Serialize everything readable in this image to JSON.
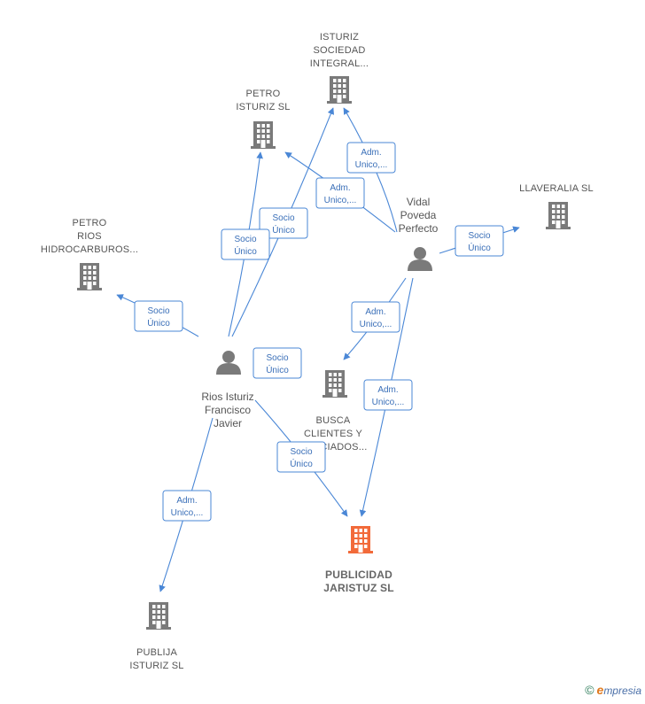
{
  "colors": {
    "company": "#7a7a7a",
    "company_main": "#f26a3a",
    "person": "#7a7a7a",
    "edge": "#4a87d6",
    "edge_text": "#3a6fb8"
  },
  "companies": [
    {
      "id": "isturiz-integral",
      "lines": [
        "ISTURIZ",
        "SOCIEDAD",
        "INTEGRAL..."
      ],
      "main": false
    },
    {
      "id": "petro-isturiz",
      "lines": [
        "PETRO",
        "ISTURIZ  SL"
      ],
      "main": false
    },
    {
      "id": "petro-rios",
      "lines": [
        "PETRO",
        "RIOS",
        "HIDROCARBUROS..."
      ],
      "main": false
    },
    {
      "id": "llaveralia",
      "lines": [
        "LLAVERALIA SL"
      ],
      "main": false
    },
    {
      "id": "busca-clientes",
      "lines": [
        "BUSCA",
        "CLIENTES Y",
        "ASOCIADOS..."
      ],
      "main": false
    },
    {
      "id": "publicidad-jaristuz",
      "lines": [
        "PUBLICIDAD",
        "JARISTUZ  SL"
      ],
      "main": true
    },
    {
      "id": "publija-isturiz",
      "lines": [
        "PUBLIJA",
        "ISTURIZ  SL"
      ],
      "main": false
    }
  ],
  "persons": [
    {
      "id": "vidal",
      "lines": [
        "Vidal",
        "Poveda",
        "Perfecto"
      ]
    },
    {
      "id": "rios",
      "lines": [
        "Rios Isturiz",
        "Francisco",
        "Javier"
      ]
    }
  ],
  "edges": [
    {
      "from": "vidal",
      "to": "isturiz-integral",
      "label": [
        "Adm.",
        "Unico,..."
      ]
    },
    {
      "from": "vidal",
      "to": "petro-isturiz",
      "label": [
        "Adm.",
        "Unico,..."
      ]
    },
    {
      "from": "vidal",
      "to": "llaveralia",
      "label": [
        "Socio",
        "Único"
      ]
    },
    {
      "from": "vidal",
      "to": "busca-clientes",
      "label": [
        "Adm.",
        "Unico,..."
      ]
    },
    {
      "from": "vidal",
      "to": "publicidad-jaristuz",
      "label": [
        "Adm.",
        "Unico,..."
      ]
    },
    {
      "from": "rios",
      "to": "isturiz-integral",
      "label": [
        "Socio",
        "Único"
      ]
    },
    {
      "from": "rios",
      "to": "petro-isturiz",
      "label": [
        "Socio",
        "Único"
      ]
    },
    {
      "from": "rios",
      "to": "petro-rios",
      "label": [
        "Socio",
        "Único"
      ]
    },
    {
      "from": "rios",
      "to": "busca-clientes",
      "label": [
        "Socio",
        "Único"
      ]
    },
    {
      "from": "rios",
      "to": "publicidad-jaristuz",
      "label": [
        "Socio",
        "Único"
      ]
    },
    {
      "from": "rios",
      "to": "publija-isturiz",
      "label": [
        "Adm.",
        "Unico,..."
      ]
    }
  ],
  "brand": {
    "copyright": "©",
    "initial": "e",
    "name": "mpresia"
  }
}
